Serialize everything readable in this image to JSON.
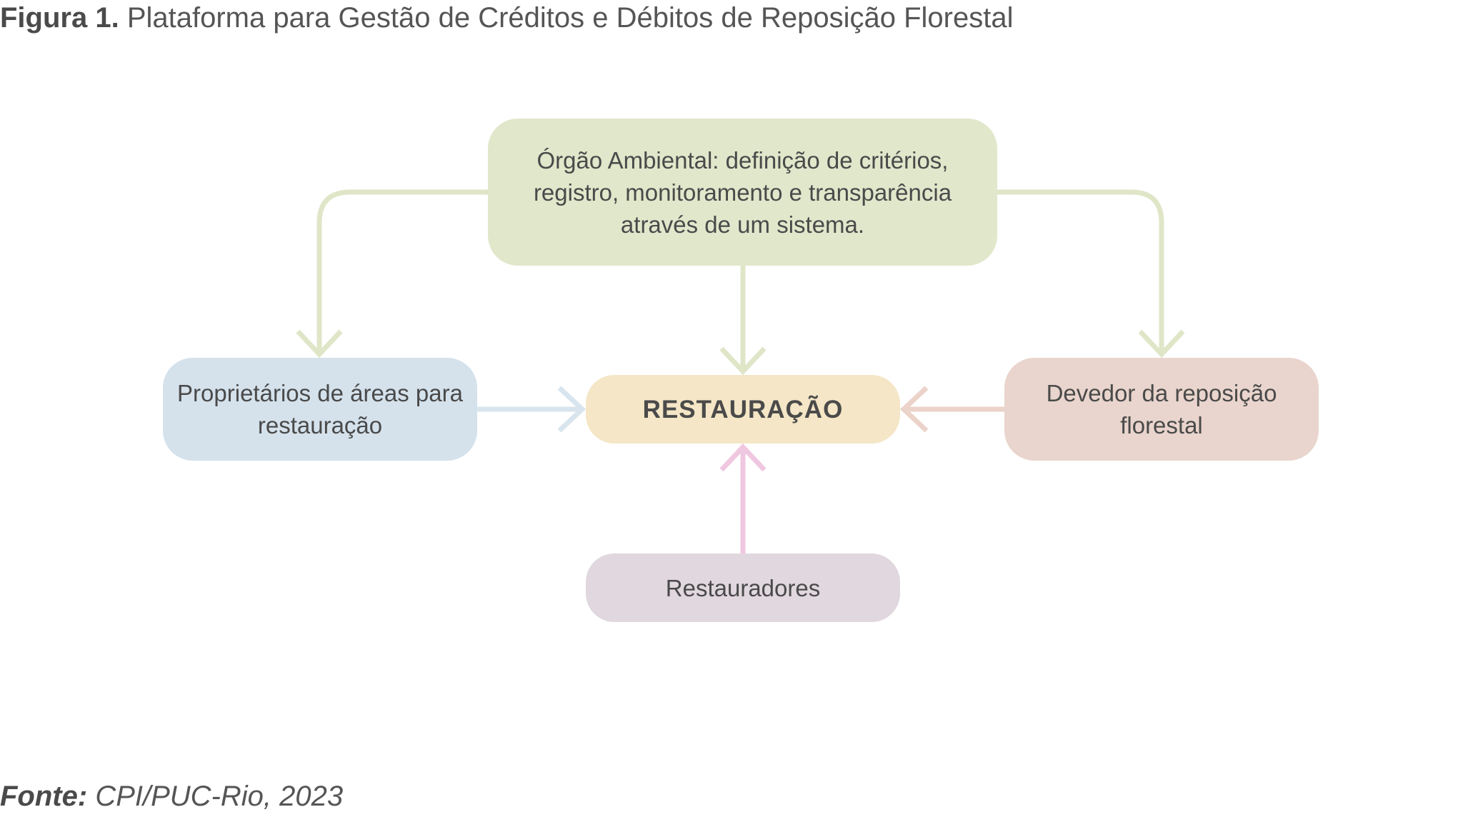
{
  "caption": {
    "label": "Figura 1.",
    "title": "Plataforma para Gestão de Créditos e Débitos de Reposição Florestal"
  },
  "nodes": {
    "orgao": "Órgão Ambiental: definição de critérios, registro, monitoramento e transparência através de um sistema.",
    "proprietarios": "Proprietários de áreas para restauração",
    "restauracao": "RESTAURAÇÃO",
    "devedor": "Devedor da reposição florestal",
    "restauradores": "Restauradores"
  },
  "colors": {
    "orgao": "#e1e7cb",
    "proprietarios": "#d5e2ec",
    "restauracao": "#f4e6c6",
    "devedor": "#e9d5cd",
    "restauradores": "#e1d7de",
    "arrow_green": "#dfe6c8",
    "arrow_blue": "#d8e5ee",
    "arrow_salmon": "#ecd3ca",
    "arrow_pink": "#efc7e0"
  },
  "source": {
    "label": "Fonte:",
    "text": "CPI/PUC-Rio, 2023"
  }
}
